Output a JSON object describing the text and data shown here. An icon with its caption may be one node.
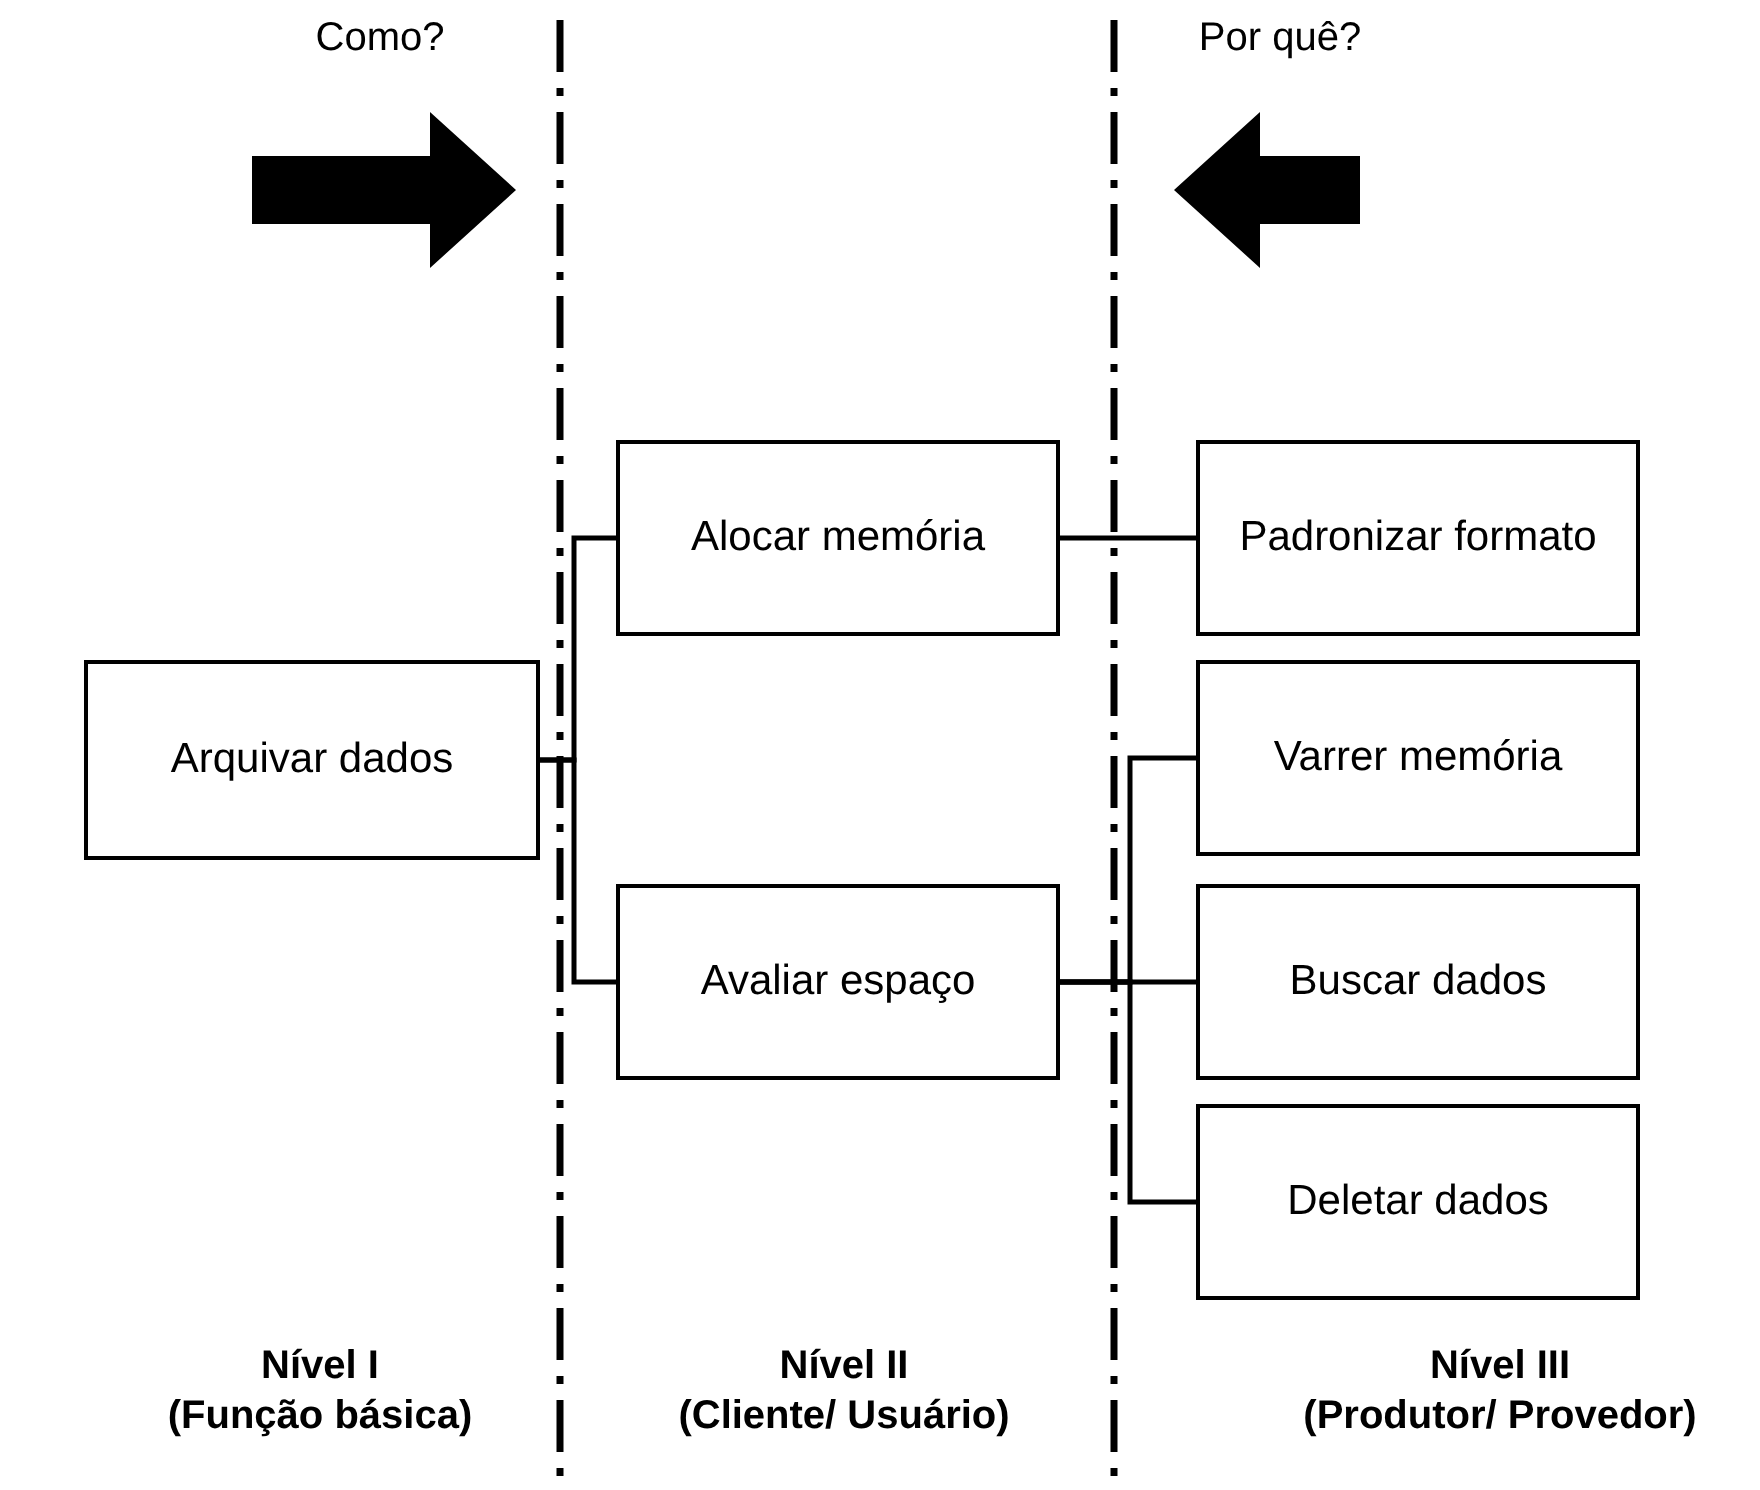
{
  "diagram": {
    "nodes": [
      {
        "text": [
          "Arquivar dados"
        ]
      },
      {
        "text": [
          "Alocar memória"
        ]
      },
      {
        "text": [
          "Avaliar espaço"
        ]
      },
      {
        "text": [
          "Padronizar formato"
        ]
      },
      {
        "text": [
          "Varrer memória"
        ]
      },
      {
        "text": [
          "Buscar dados"
        ]
      },
      {
        "text": [
          "Deletar dados"
        ]
      }
    ],
    "edges": [
      {
        "from": 0,
        "to": 1,
        "arrow": "none"
      },
      {
        "from": 0,
        "to": 2,
        "arrow": "none"
      },
      {
        "from": 1,
        "to": 3,
        "arrow": "none"
      },
      {
        "from": 2,
        "to": 4,
        "arrow": "none"
      },
      {
        "from": 2,
        "to": 5,
        "arrow": "none"
      },
      {
        "from": 2,
        "to": 6,
        "arrow": "none"
      }
    ],
    "labels": [
      "Como?",
      "Por quê?",
      "Nível I",
      "(Função básica)",
      "Nível II",
      "(Cliente/ Usuário)",
      "Nível III",
      "(Produtor/ Provedor)"
    ]
  }
}
